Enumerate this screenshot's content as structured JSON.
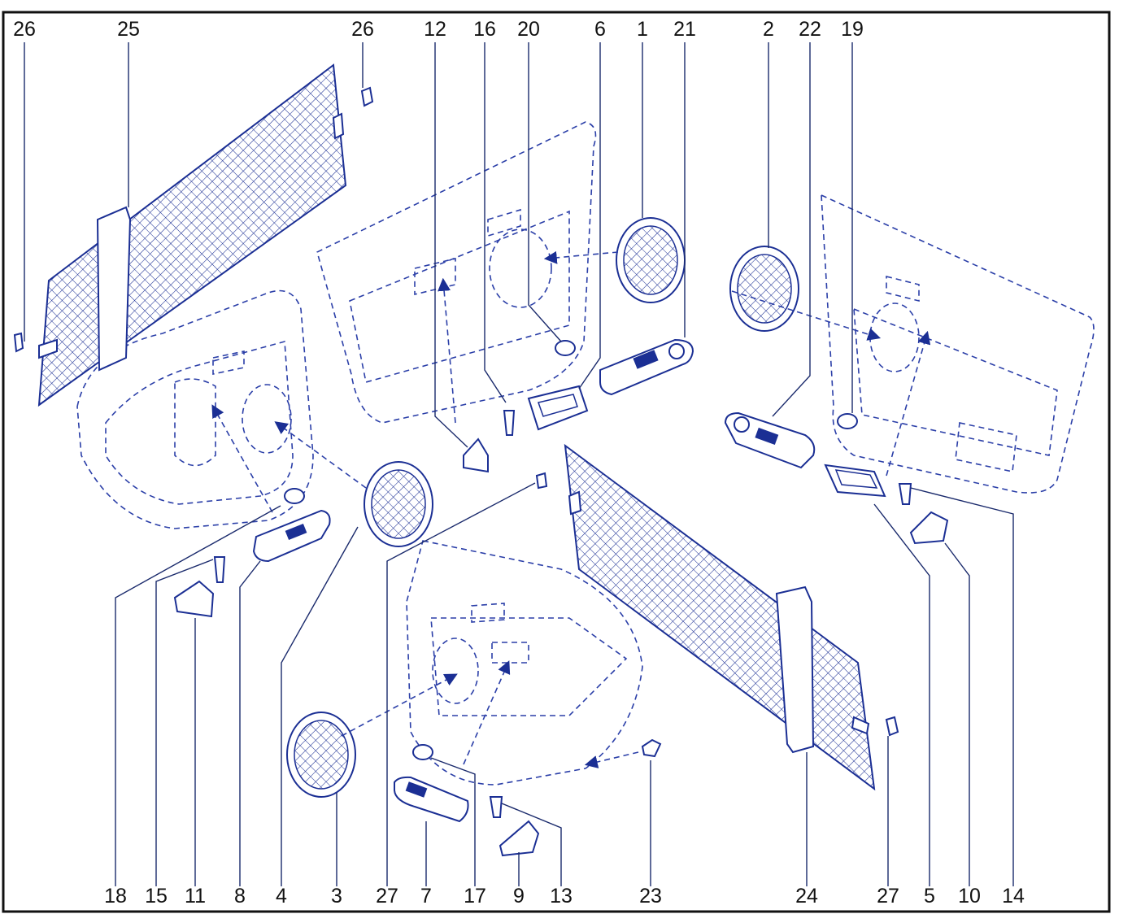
{
  "diagram": {
    "accent_color": "#1b2f94",
    "border_color": "#111111",
    "callouts_top": [
      "26",
      "25",
      "26",
      "12",
      "16",
      "20",
      "6",
      "1",
      "21",
      "2",
      "22",
      "19"
    ],
    "callouts_bottom": [
      "18",
      "15",
      "11",
      "8",
      "4",
      "3",
      "27",
      "7",
      "17",
      "9",
      "13",
      "23",
      "24",
      "27",
      "5",
      "10",
      "14"
    ]
  }
}
